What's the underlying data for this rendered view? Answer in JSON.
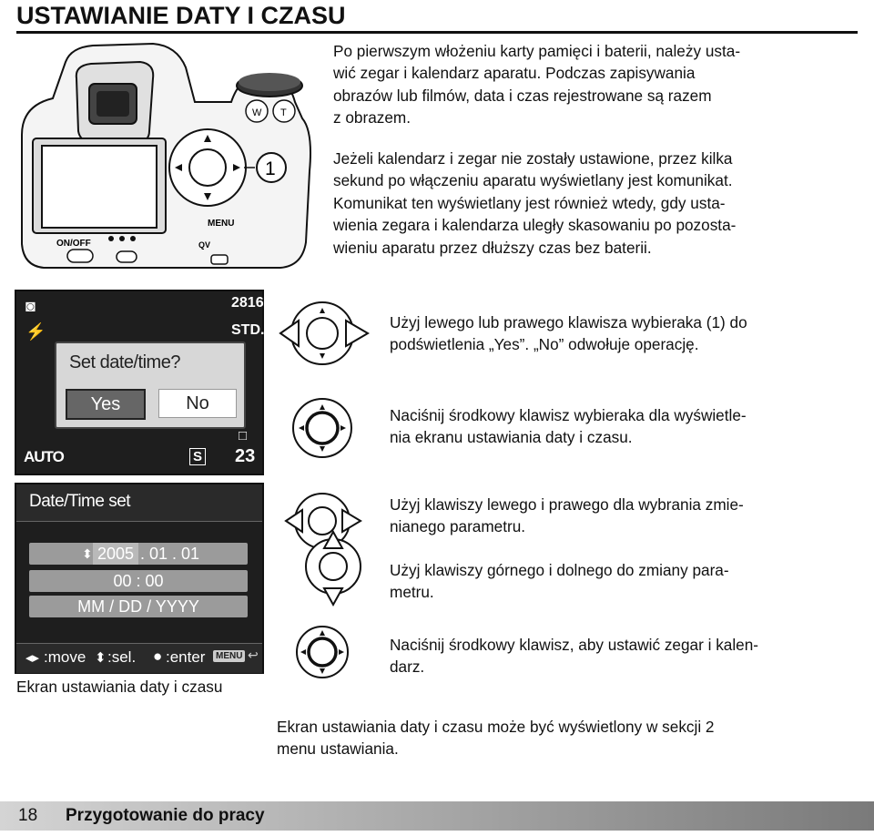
{
  "title": "USTAWIANIE DATY I CZASU",
  "intro": {
    "p1_lines": [
      "Po pierwszym włożeniu karty pamięci i baterii, należy usta-",
      "wić zegar i kalendarz aparatu. Podczas zapisywania",
      "obrazów lub filmów, data i czas rejestrowane są razem",
      "z obrazem."
    ],
    "p2_lines": [
      "Jeżeli kalendarz i zegar nie zostały ustawione, przez kilka",
      "sekund po włączeniu aparatu wyświetlany jest komunikat.",
      "Komunikat ten wyświetlany jest również wtedy, gdy usta-",
      "wienia zegara i kalendarza uległy skasowaniu po pozosta-",
      "wieniu aparatu przez dłuższy czas bez baterii."
    ]
  },
  "camera": {
    "callout": "1",
    "on_off_label": "ON/OFF",
    "menu_label": "MENU",
    "qv_label": "QV",
    "w_label": "W",
    "t_label": "T"
  },
  "screen1": {
    "prompt": "Set date/time?",
    "yes": "Yes",
    "no": "No",
    "counter_top": "2816",
    "quality": "STD.",
    "auto_label": "AUTO",
    "s_label": "S",
    "frames": "23"
  },
  "screen2": {
    "title": "Date/Time set",
    "date_year": "2005",
    "date_rest": ". 01 . 01",
    "time": "00 :  00",
    "format": "MM / DD / YYYY",
    "hint_move": ":move",
    "hint_sel": ":sel.",
    "hint_enter": ":enter",
    "menu_btn": "MENU",
    "caption": "Ekran ustawiania daty i czasu"
  },
  "steps": {
    "s1": [
      "Użyj lewego lub prawego klawisza wybieraka (1) do",
      "podświetlenia „Yes”. „No” odwołuje operację."
    ],
    "s2": [
      "Naciśnij środkowy klawisz wybieraka dla wyświetle-",
      "nia ekranu ustawiania daty i czasu."
    ],
    "s3": [
      "Użyj klawiszy lewego i prawego dla wybrania zmie-",
      "nianego parametru."
    ],
    "s4": [
      "Użyj klawiszy górnego i dolnego do zmiany para-",
      "metru."
    ],
    "s5": [
      "Naciśnij środkowy klawisz, aby ustawić zegar i kalen-",
      "darz."
    ]
  },
  "note": [
    "Ekran ustawiania daty i czasu może być wyświetlony w sekcji 2",
    "menu ustawiania."
  ],
  "footer": {
    "page": "18",
    "section": "Przygotowanie do pracy"
  }
}
